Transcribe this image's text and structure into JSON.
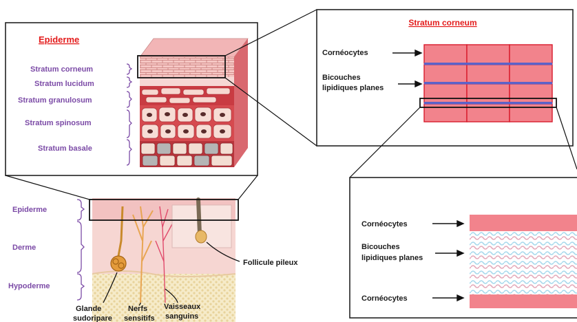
{
  "epidermis_panel": {
    "title": "Epiderme",
    "layers": [
      "Stratum corneum",
      "Stratum lucidum",
      "Stratum granulosum",
      "Stratum spinosum",
      "Stratum basale"
    ]
  },
  "corneum_panel": {
    "title": "Stratum corneum",
    "label_cells": "Cornéocytes",
    "label_lipids_line1": "Bicouches",
    "label_lipids_line2": "lipidiques planes"
  },
  "lipid_panel": {
    "label_top": "Cornéocytes",
    "label_lipids_line1": "Bicouches",
    "label_lipids_line2": "lipidiques planes",
    "label_bottom": "Cornéocytes"
  },
  "skin_panel": {
    "layers": [
      "Epiderme",
      "Derme",
      "Hypoderme"
    ],
    "follicle": "Follicule pileux",
    "gland_line1": "Glande",
    "gland_line2": "sudoripare",
    "nerves_line1": "Nerfs",
    "nerves_line2": "sensitifs",
    "vessels_line1": "Vaisseaux",
    "vessels_line2": "sanguins"
  },
  "colors": {
    "label_purple": "#7b4aa6",
    "title_red": "#e31b1b",
    "corneocyte_pink": "#f2838c",
    "lipid_blue": "#5b62c9"
  }
}
